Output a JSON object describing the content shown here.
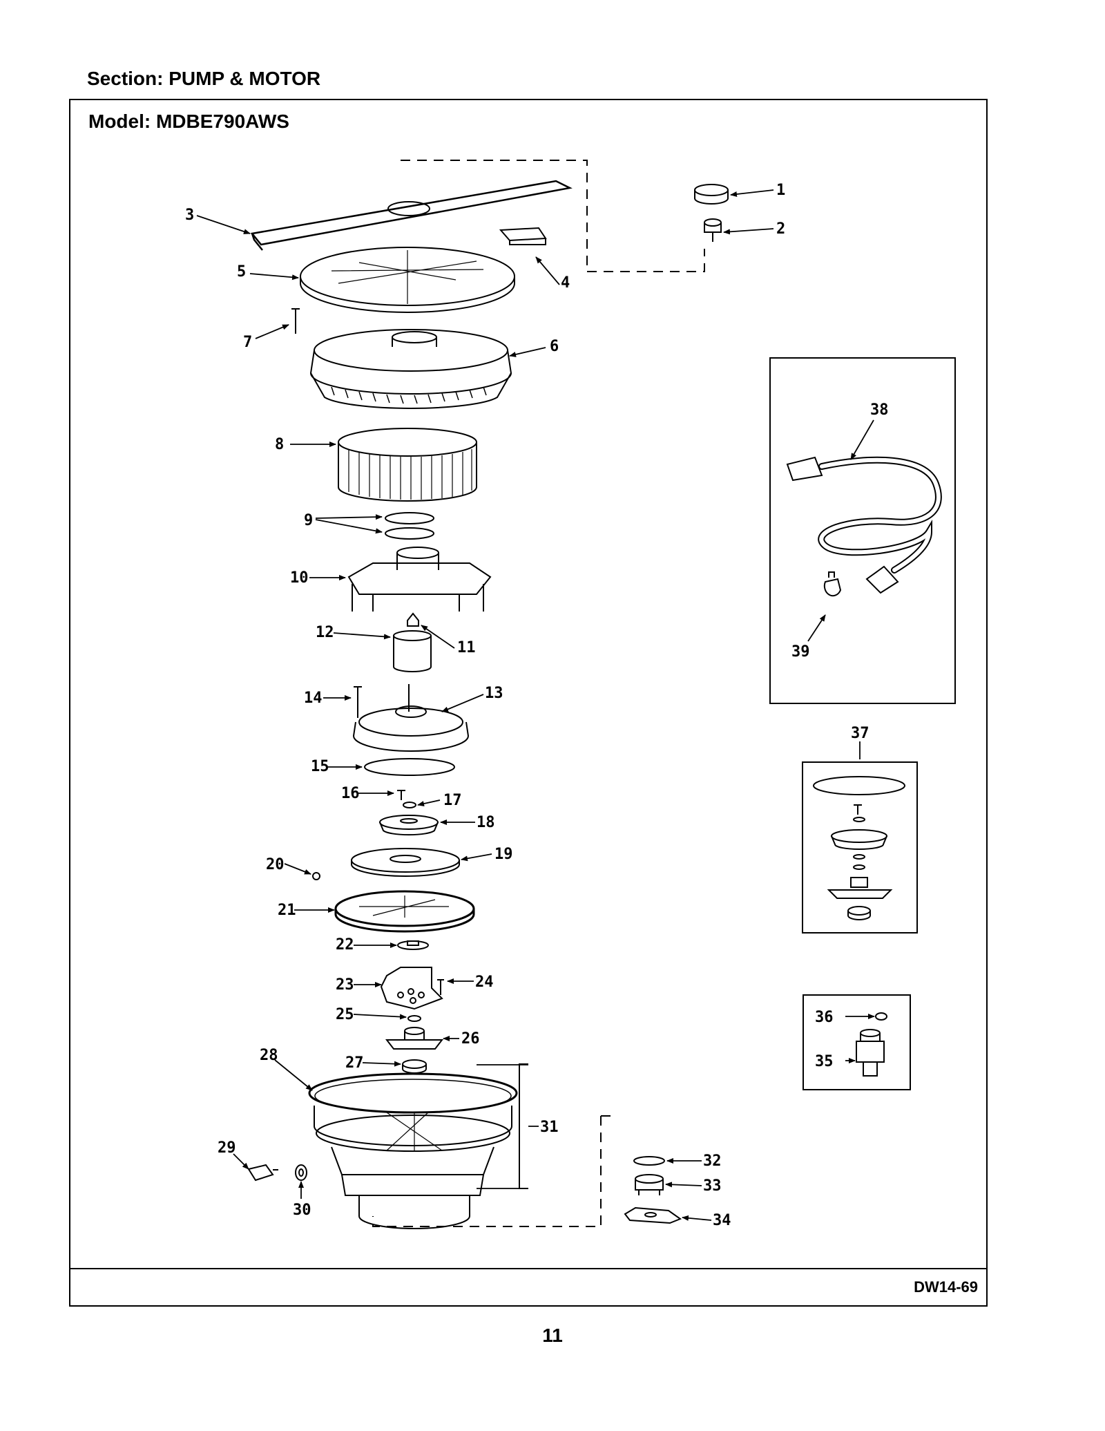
{
  "section": "Section:  PUMP & MOTOR",
  "model": "Model:  MDBE790AWS",
  "doc_code": "DW14-69",
  "page_number": "11",
  "callouts": [
    "1",
    "2",
    "3",
    "4",
    "5",
    "6",
    "7",
    "8",
    "9",
    "10",
    "11",
    "12",
    "13",
    "14",
    "15",
    "16",
    "17",
    "18",
    "19",
    "20",
    "21",
    "22",
    "23",
    "24",
    "25",
    "26",
    "27",
    "28",
    "29",
    "30",
    "31",
    "32",
    "33",
    "34",
    "35",
    "36",
    "37",
    "38",
    "39"
  ]
}
